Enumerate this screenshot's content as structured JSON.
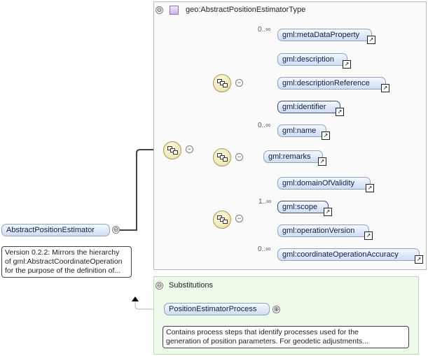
{
  "root": {
    "label": "AbstractPositionEstimator",
    "collapse": "⊖",
    "annotation": [
      "Version 0.2.2: Mirrors the hierarchy",
      "of gml:AbstractCoordinateOperation",
      "for the purpose of the definition of..."
    ]
  },
  "type_panel": {
    "title": "geo:AbstractPositionEstimatorType",
    "collapse": "⊖"
  },
  "sequence_1": {
    "elements": [
      {
        "label": "gml:metaDataProperty",
        "cardinality": "0..∞"
      },
      {
        "label": "gml:description",
        "cardinality": ""
      },
      {
        "label": "gml:descriptionReference",
        "cardinality": ""
      },
      {
        "label": "gml:identifier",
        "cardinality": ""
      },
      {
        "label": "gml:name",
        "cardinality": "0..∞"
      }
    ]
  },
  "sequence_2": {
    "elements": [
      {
        "label": "gml:remarks",
        "cardinality": ""
      }
    ]
  },
  "sequence_3": {
    "elements": [
      {
        "label": "gml:domainOfValidity",
        "cardinality": ""
      },
      {
        "label": "gml:scope",
        "cardinality": "1..∞"
      },
      {
        "label": "gml:operationVersion",
        "cardinality": ""
      },
      {
        "label": "gml:coordinateOperationAccuracy",
        "cardinality": "0..∞"
      }
    ]
  },
  "substitutions": {
    "title": "Substitutions",
    "collapse": "⊖",
    "element": "PositionEstimatorProcess",
    "expand": "⊕",
    "annotation": [
      "Contains process steps that identify processes used for the",
      "generation of position parameters. For geodetic adjustments..."
    ]
  },
  "icons": {
    "reference_arrow": "↗",
    "sequence": "sequence-compositor-icon",
    "type": "complex-type-icon"
  },
  "colors": {
    "node_fill": "#cfdcf2",
    "node_border": "#8da3c4",
    "sequence_fill": "#e9dc9e",
    "substitution_bg": "#eefaea"
  }
}
